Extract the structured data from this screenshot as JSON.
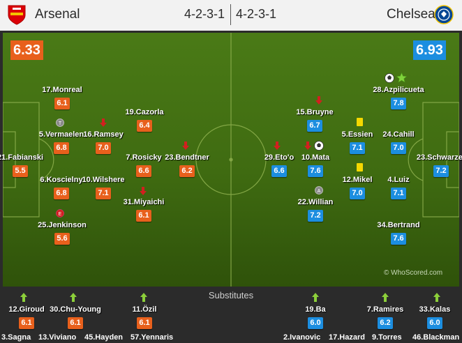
{
  "header": {
    "home_team": "Arsenal",
    "away_team": "Chelsea",
    "home_formation": "4-2-3-1",
    "away_formation": "4-2-3-1"
  },
  "ratings": {
    "home": "6.33",
    "away": "6.93"
  },
  "colors": {
    "home": "#e8601c",
    "away": "#1c8ee0",
    "pitch": "#3f6b11"
  },
  "home_players": [
    {
      "name": "17.Monreal",
      "rating": "6.1"
    },
    {
      "name": "19.Cazorla",
      "rating": "6.4"
    },
    {
      "name": "5.Vermaelen",
      "rating": "6.8"
    },
    {
      "name": "16.Ramsey",
      "rating": "7.0"
    },
    {
      "name": "21.Fabianski",
      "rating": "5.5"
    },
    {
      "name": "7.Rosicky",
      "rating": "6.6"
    },
    {
      "name": "23.Bendtner",
      "rating": "6.2"
    },
    {
      "name": "6.Koscielny",
      "rating": "6.8"
    },
    {
      "name": "10.Wilshere",
      "rating": "7.1"
    },
    {
      "name": "31.Miyaichi",
      "rating": "6.1"
    },
    {
      "name": "25.Jenkinson",
      "rating": "5.6"
    }
  ],
  "away_players": [
    {
      "name": "28.Azpilicueta",
      "rating": "7.8"
    },
    {
      "name": "15.Bruyne",
      "rating": "6.7"
    },
    {
      "name": "5.Essien",
      "rating": "7.1"
    },
    {
      "name": "24.Cahill",
      "rating": "7.0"
    },
    {
      "name": "29.Eto'o",
      "rating": "6.6"
    },
    {
      "name": "10.Mata",
      "rating": "7.6"
    },
    {
      "name": "23.Schwarzer",
      "rating": "7.2"
    },
    {
      "name": "12.Mikel",
      "rating": "7.0"
    },
    {
      "name": "4.Luiz",
      "rating": "7.1"
    },
    {
      "name": "22.Willian",
      "rating": "7.2"
    },
    {
      "name": "34.Bertrand",
      "rating": "7.6"
    }
  ],
  "watermark": "© WhoScored.com",
  "subs": {
    "title": "Substitutes",
    "home_in": [
      {
        "name": "12.Giroud",
        "rating": "6.1"
      },
      {
        "name": "30.Chu-Young",
        "rating": "6.1"
      },
      {
        "name": "11.Özil",
        "rating": "6.1"
      }
    ],
    "away_in": [
      {
        "name": "19.Ba",
        "rating": "6.0"
      },
      {
        "name": "7.Ramires",
        "rating": "6.2"
      },
      {
        "name": "33.Kalas",
        "rating": "6.0"
      }
    ],
    "home_out": [
      "3.Sagna",
      "13.Viviano",
      "45.Hayden",
      "57.Yennaris"
    ],
    "away_out": [
      "2.Ivanovic",
      "17.Hazard",
      "9.Torres",
      "46.Blackman"
    ]
  },
  "icons": [
    "arsenal-crest-icon",
    "chelsea-crest-icon",
    "sub-off-arrow-icon",
    "sub-on-arrow-icon",
    "yellow-card-icon",
    "goal-ball-icon",
    "man-of-match-star-icon",
    "captain-badge-icon"
  ]
}
